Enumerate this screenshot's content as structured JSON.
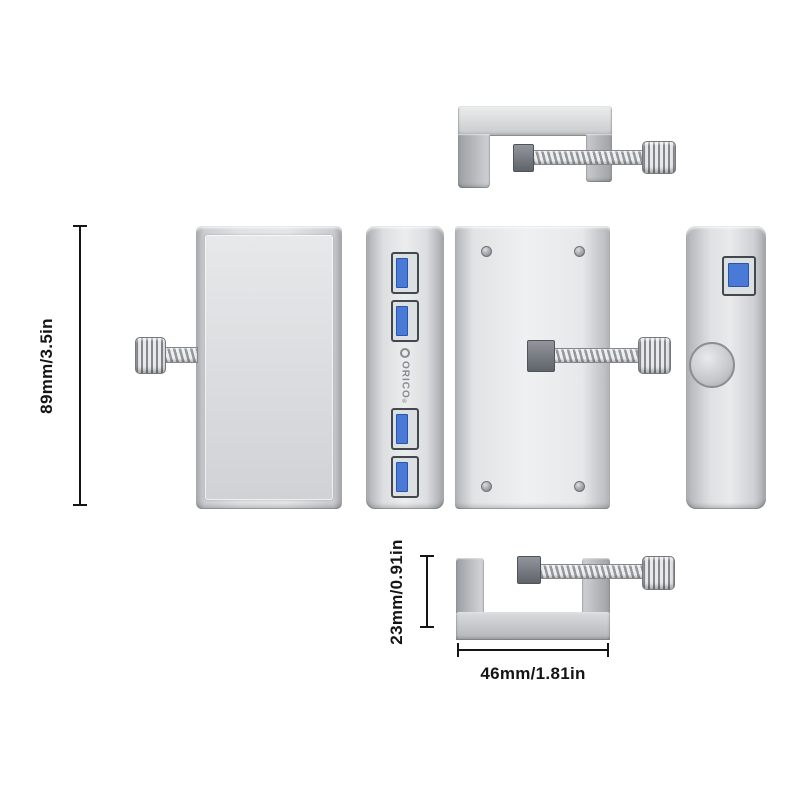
{
  "page": {
    "background": "#ffffff",
    "description": "Dimension diagram of a clamp-mount 4-port USB 3.0 hub shown in five views with a clamp assembly"
  },
  "brand": {
    "logo_text": "ORICO",
    "registered_mark": "®"
  },
  "dimensions": {
    "device_height": "89mm/3.5in",
    "clamp_height": "23mm/0.91in",
    "clamp_width": "46mm/1.81in"
  },
  "views": {
    "front": {
      "usb_ports": 4
    },
    "side": {
      "usb_ports": 1
    },
    "bottom": {
      "corner_screws": 4
    }
  },
  "colors": {
    "silver_light": "#ebecee",
    "silver": "#cdcfd3",
    "silver_dark": "#a4a6aa",
    "clamp_pad_dark": "#63676e",
    "usb_blue": "#4a7ad8",
    "dimension_text": "#151515"
  }
}
